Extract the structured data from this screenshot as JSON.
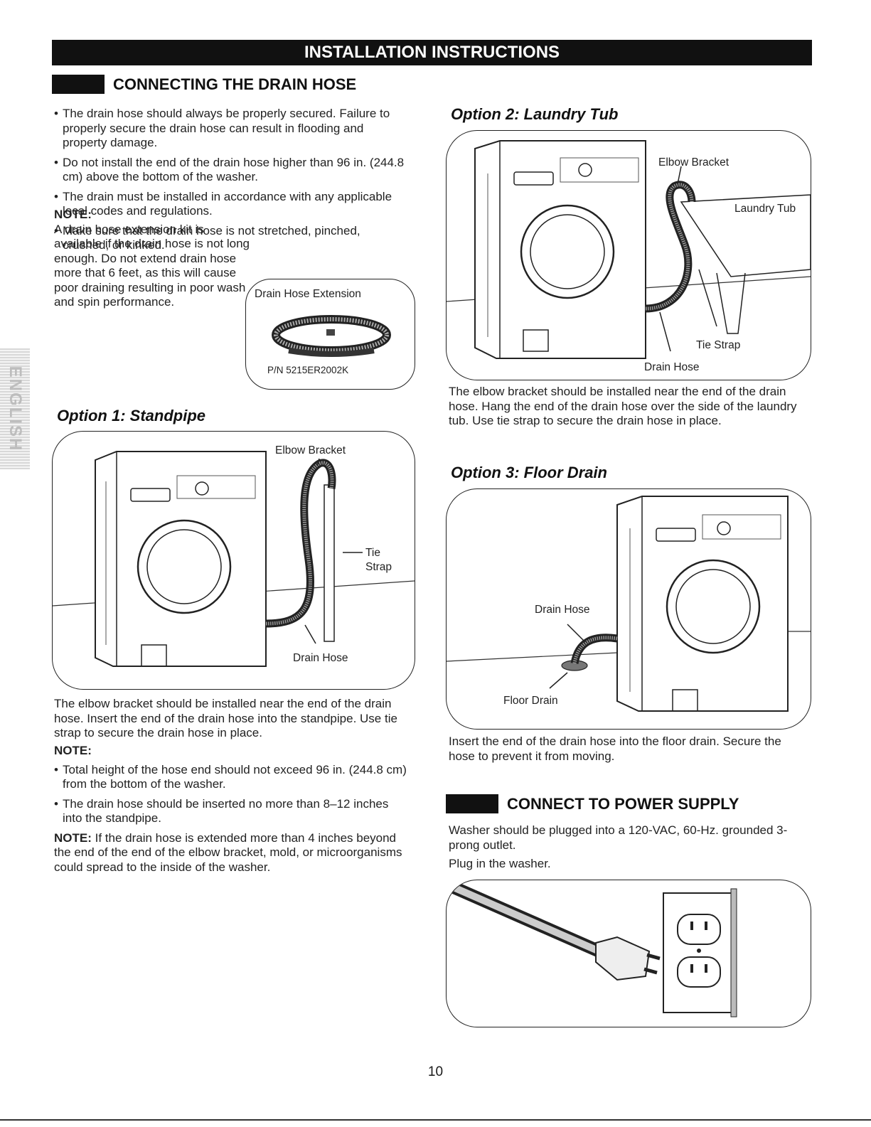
{
  "banner": "INSTALLATION INSTRUCTIONS",
  "side_tab": "ENGLISH",
  "left": {
    "section_title": "CONNECTING THE DRAIN HOSE",
    "bullets": [
      "The drain hose should always be properly secured. Failure to properly secure the drain hose can result in flooding and property damage.",
      "Do not install the end of the drain hose higher than 96 in. (244.8 cm) above the bottom of the washer.",
      "The drain must be installed in accordance with any applicable local codes and regulations.",
      "Make sure that the drain hose is not stretched, pinched, crushed, or kinked."
    ],
    "note1_label": "NOTE:",
    "note1_text": "A drain hose extension kit is available if the drain hose is not long enough. Do not extend drain hose more that 6 feet, as this will cause poor draining resulting in poor wash and spin performance.",
    "extension": {
      "title": "Drain Hose Extension",
      "part_number": "P/N 5215ER2002K"
    },
    "option1": {
      "title": "Option 1: Standpipe",
      "labels": {
        "elbow": "Elbow Bracket",
        "tie1": "Tie",
        "tie2": "Strap",
        "drain": "Drain Hose"
      },
      "text": "The elbow bracket should be installed near the end of the drain hose. Insert the end of the drain hose into the standpipe. Use tie strap to secure the drain hose in place."
    },
    "note2_label": "NOTE:",
    "note2_bullets": [
      "Total height of the hose end should not exceed 96 in. (244.8 cm) from the bottom of the washer.",
      "The drain hose should be inserted no more than 8–12 inches into the standpipe."
    ],
    "note3_label": "NOTE:",
    "note3_text": "If the drain hose is extended more than 4 inches beyond the end of the end of the elbow bracket, mold, or microorganisms could spread to the inside of the washer."
  },
  "right": {
    "option2": {
      "title": "Option 2: Laundry Tub",
      "labels": {
        "elbow": "Elbow Bracket",
        "tub": "Laundry Tub",
        "tie": "Tie Strap",
        "drain": "Drain Hose"
      },
      "text": "The elbow bracket should be installed near the end of the drain hose. Hang the end of the drain hose over the side of the laundry tub. Use tie strap to secure the drain hose in place."
    },
    "option3": {
      "title": "Option 3: Floor Drain",
      "labels": {
        "drain": "Drain Hose",
        "floor": "Floor Drain"
      },
      "text": "Insert the end of the drain hose into the floor drain. Secure the hose to prevent it from moving."
    },
    "power": {
      "section_title": "CONNECT TO POWER SUPPLY",
      "text1": "Washer should be plugged into a 120-VAC, 60-Hz. grounded 3-prong outlet.",
      "text2": "Plug in the washer."
    }
  },
  "page_number": "10"
}
